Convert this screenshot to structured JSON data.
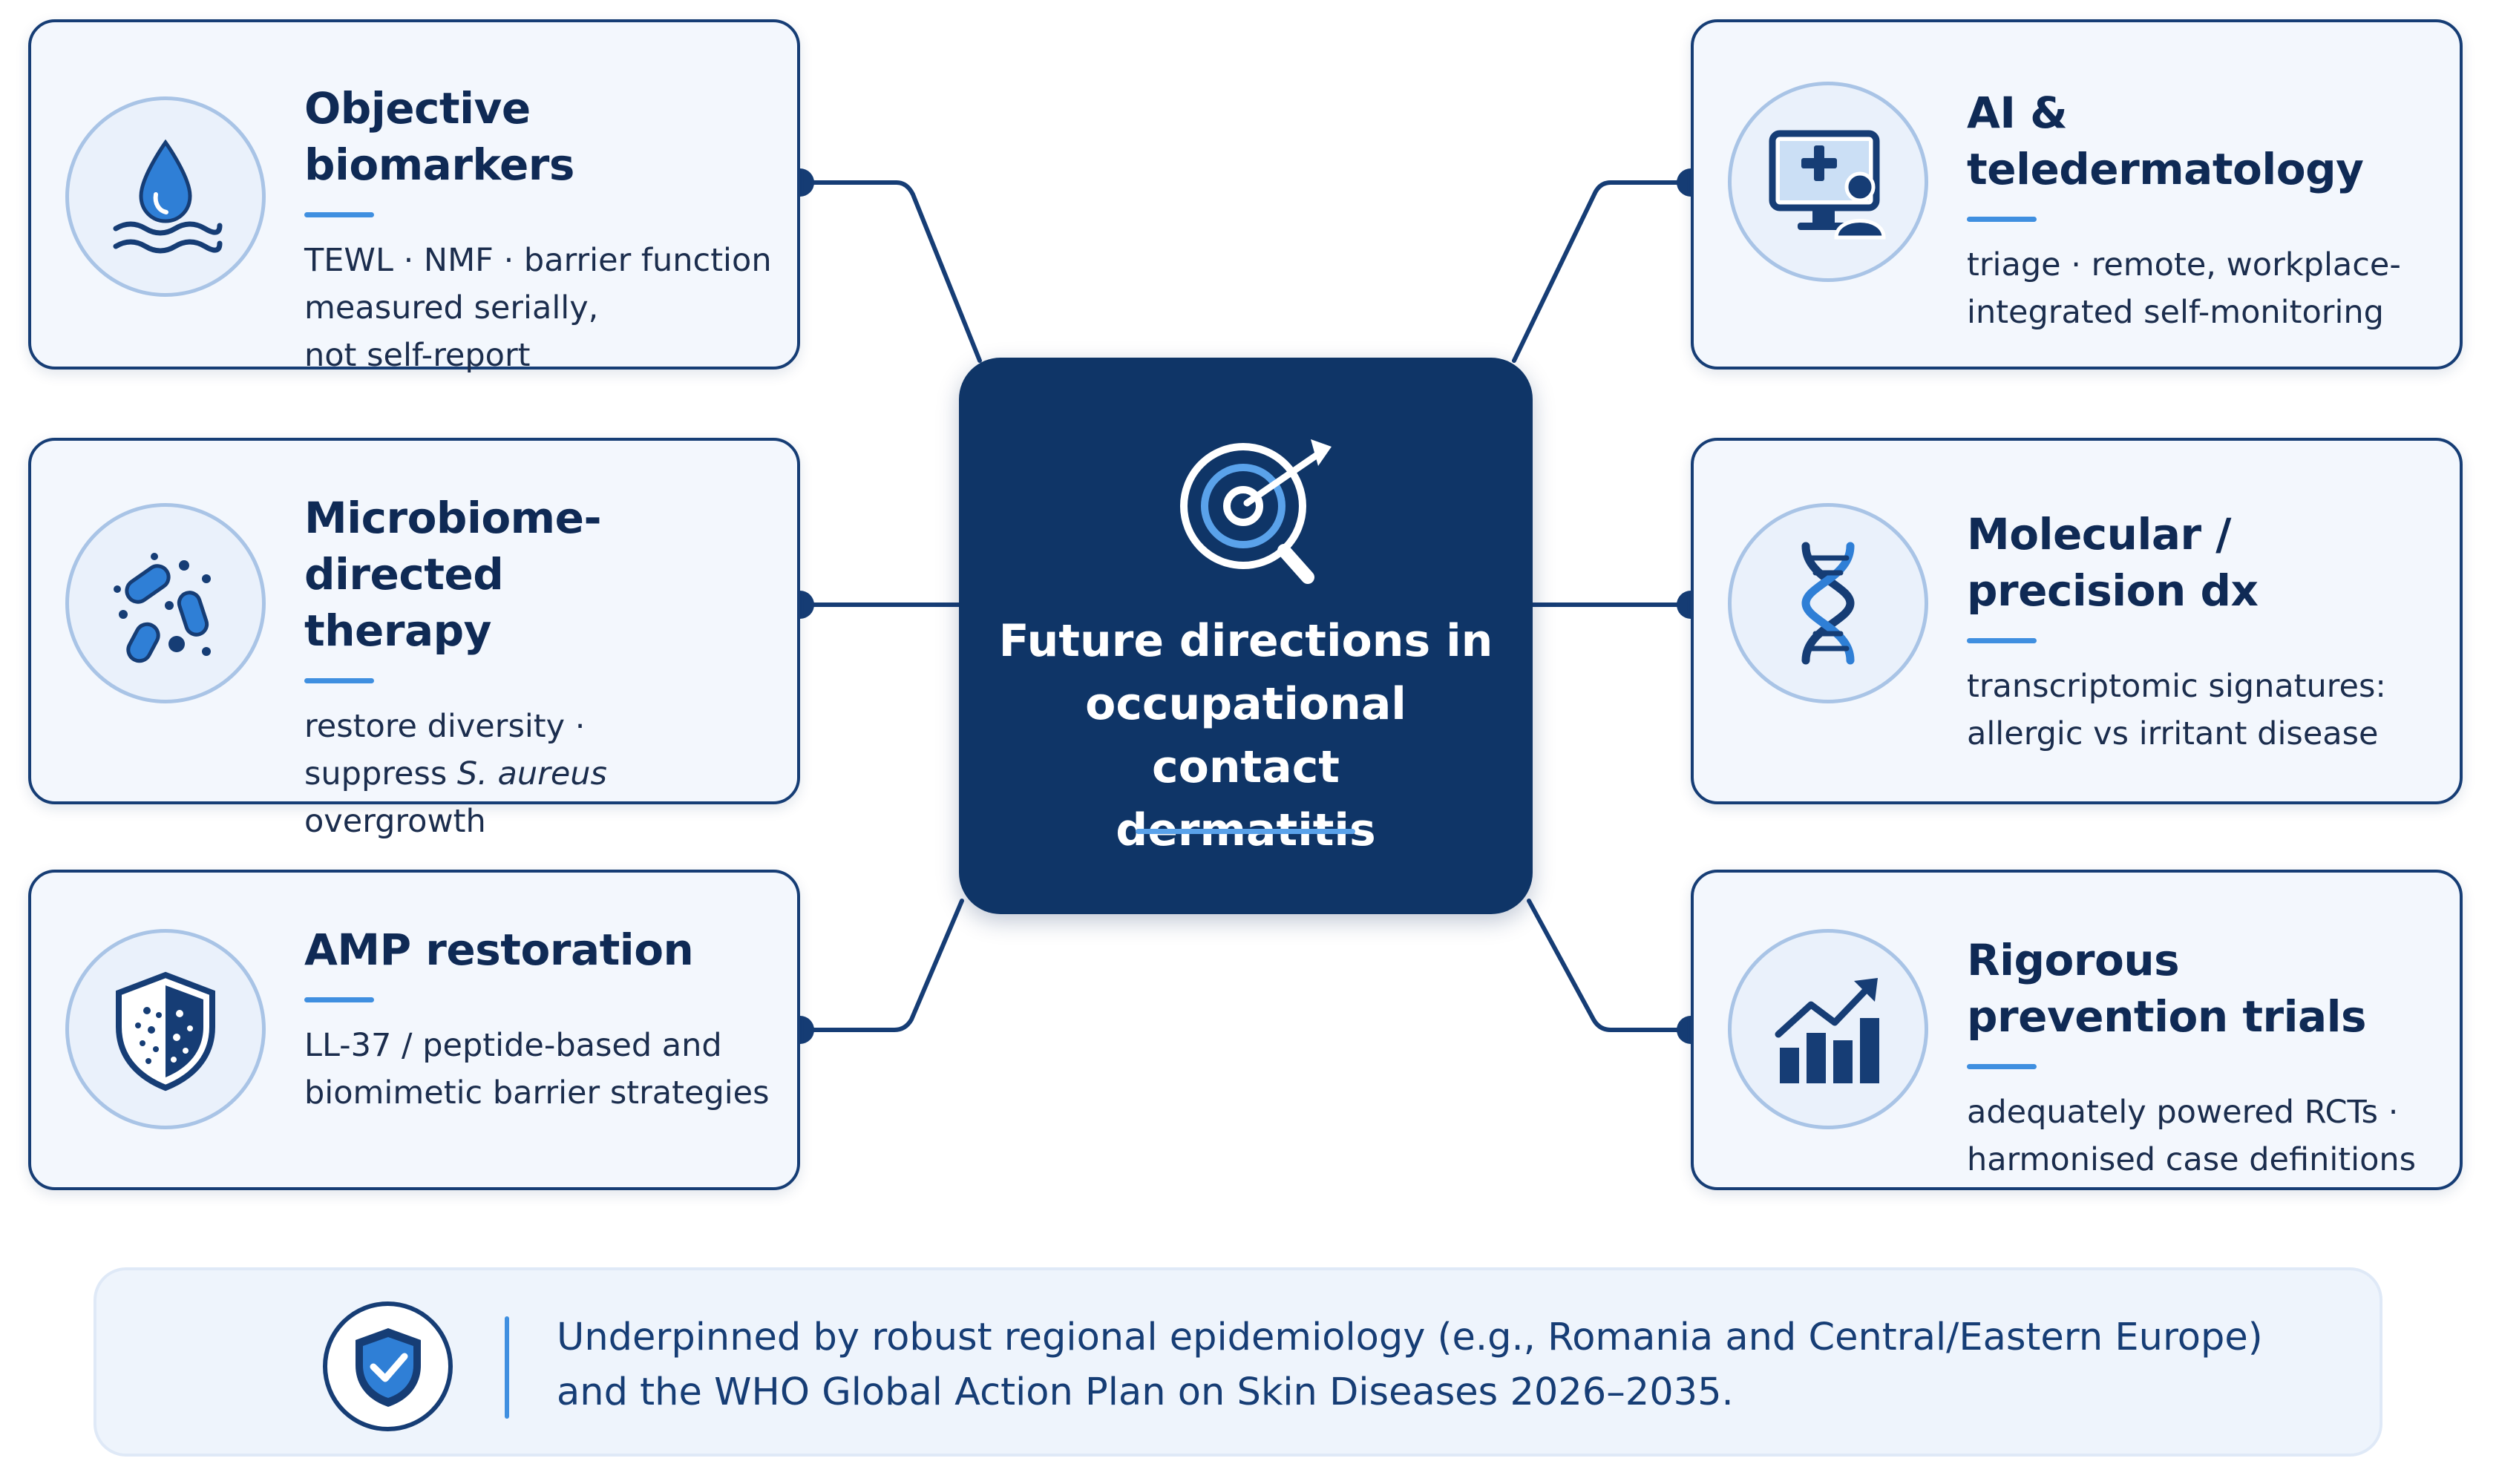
{
  "center": {
    "title": "Future directions in\noccupational contact\ndermatitis",
    "icon": "target-search-icon"
  },
  "cards": {
    "biomarkers": {
      "title": "Objective biomarkers",
      "body": "TEWL · NMF · barrier function\nmeasured serially,\nnot self-report",
      "icon": "water-drop-icon"
    },
    "microbiome": {
      "title": "Microbiome-directed\ntherapy",
      "body_lines": [
        "restore diversity ·",
        "suppress ",
        "S. aureus",
        "overgrowth"
      ],
      "icon": "bacteria-icon"
    },
    "amp": {
      "title": "AMP restoration",
      "body": "LL-37 / peptide-based and\nbiomimetic barrier strategies",
      "icon": "shield-icon"
    },
    "ai": {
      "title": "AI & teledermatology",
      "body": "triage · remote, workplace-\nintegrated self-monitoring",
      "icon": "monitor-medical-icon"
    },
    "molecular": {
      "title": "Molecular / precision dx",
      "body": "transcriptomic signatures:\nallergic vs irritant disease",
      "icon": "dna-icon"
    },
    "trials": {
      "title": "Rigorous prevention trials",
      "body": "adequately powered RCTs ·\nharmonised case definitions",
      "icon": "growth-chart-icon"
    }
  },
  "footer": {
    "text": "Underpinned by robust regional epidemiology (e.g., Romania and Central/Eastern Europe)\nand the WHO Global Action Plan on Skin Diseases 2026–2035.",
    "icon": "shield-check-icon"
  },
  "colors": {
    "navy": "#0f3567",
    "accent": "#3f8fe0",
    "card_bg": "#f3f7fd",
    "icon_ring": "#a9c4e6"
  }
}
